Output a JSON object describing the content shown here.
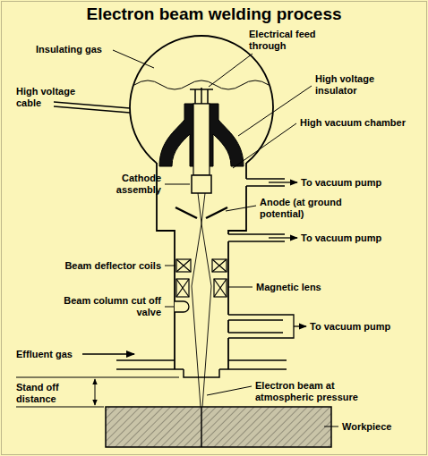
{
  "diagram": {
    "title": "Electron beam welding process",
    "labels": [
      "Insulating gas",
      "High voltage cable",
      "Electrical feed through",
      "High voltage insulator",
      "High vacuum chamber",
      "Cathode assembly",
      "To vacuum pump",
      "Anode (at ground potential)",
      "To vacuum pump",
      "Beam deflector coils",
      "Magnetic lens",
      "Beam column cut off valve",
      "To vacuum pump",
      "Effluent gas",
      "Stand off distance",
      "Electron beam at atmospheric pressure",
      "Workpiece"
    ]
  }
}
